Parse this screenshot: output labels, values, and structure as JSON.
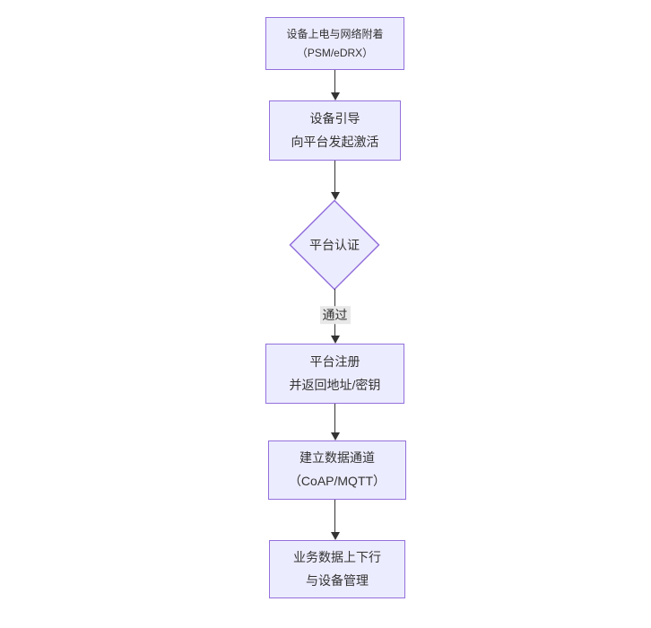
{
  "diagram": {
    "type": "flowchart-top-down",
    "nodes": [
      {
        "id": "power-attach",
        "shape": "rect",
        "line1": "设备上电与网络附着",
        "line2": "（PSM/eDRX）"
      },
      {
        "id": "bootstrap",
        "shape": "rect",
        "line1": "设备引导",
        "line2": "向平台发起激活"
      },
      {
        "id": "platform-auth",
        "shape": "diamond",
        "line1": "平台认证"
      },
      {
        "id": "register",
        "shape": "rect",
        "line1": "平台注册",
        "line2": "并返回地址/密钥"
      },
      {
        "id": "data-channel",
        "shape": "rect",
        "line1": "建立数据通道",
        "line2": "（CoAP/MQTT）"
      },
      {
        "id": "business",
        "shape": "rect",
        "line1": "业务数据上下行",
        "line2": "与设备管理"
      }
    ],
    "edge_labels": {
      "auth_pass": "通过"
    },
    "colors": {
      "node_fill": "#ECECFF",
      "node_border": "#9370DB",
      "edge": "#333333",
      "edge_label_bg": "#e8e8e8",
      "text": "#333333",
      "background": "#ffffff"
    }
  }
}
